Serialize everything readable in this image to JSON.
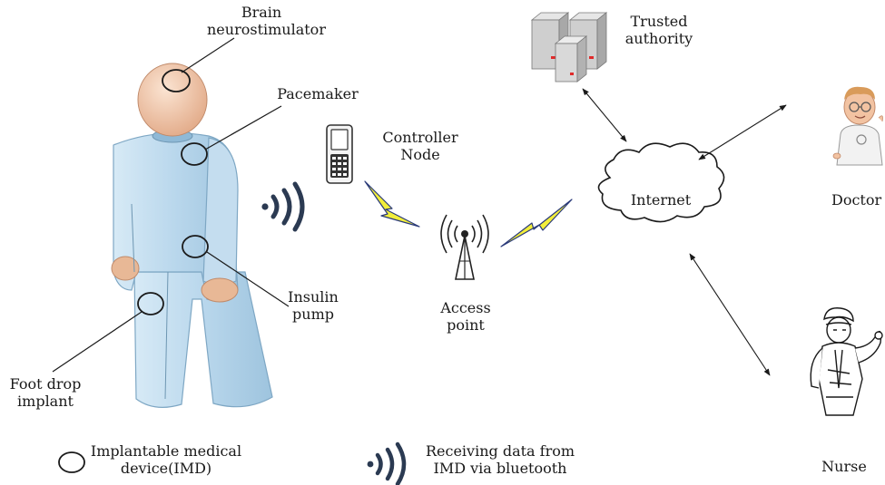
{
  "labels": {
    "brain": [
      "Brain",
      "neurostimulator"
    ],
    "pacemaker": "Pacemaker",
    "insulin": [
      "Insulin",
      "pump"
    ],
    "foot_drop": [
      "Foot drop",
      "implant"
    ],
    "controller": [
      "Controller",
      "Node"
    ],
    "access_point": [
      "Access",
      "point"
    ],
    "internet": "Internet",
    "trusted": [
      "Trusted",
      "authority"
    ],
    "doctor": "Doctor",
    "nurse": "Nurse"
  },
  "legend": {
    "imd": [
      "Implantable medical",
      "device(IMD)"
    ],
    "bluetooth": [
      "Receiving data from",
      "IMD via bluetooth"
    ]
  },
  "colors": {
    "body_suit": "#bcd9ec",
    "skin": "#f0c7a8",
    "lightning": "#f2ee3a",
    "lightning_stroke": "#2a3a7a",
    "signal": "#2b3a52"
  },
  "icons": [
    "wireless-signal-icon",
    "mobile-phone-icon",
    "antenna-tower-icon",
    "cloud-icon",
    "server-icon",
    "doctor-icon",
    "nurse-icon",
    "arrow-icon"
  ]
}
